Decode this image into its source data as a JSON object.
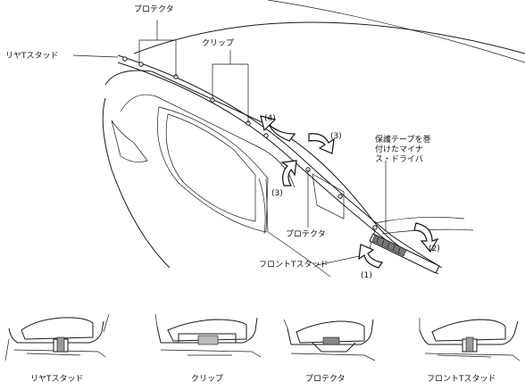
{
  "labels": {
    "protector_top": "プロテクタ",
    "clip_top": "クリップ",
    "rear_stud": "リヤTスタッド",
    "tape_driver": "保護テープを巻付けたマイナス・ドライバ",
    "protector_mid": "プロテクタ",
    "front_stud": "フロントTスタッド"
  },
  "steps": [
    "(1)",
    "(2)",
    "(3)",
    "(3)",
    "(4)"
  ],
  "sections": [
    {
      "label": "リヤTスタッド"
    },
    {
      "label": "クリップ"
    },
    {
      "label": "プロテクタ"
    },
    {
      "label": "フロントTスタッド"
    }
  ]
}
